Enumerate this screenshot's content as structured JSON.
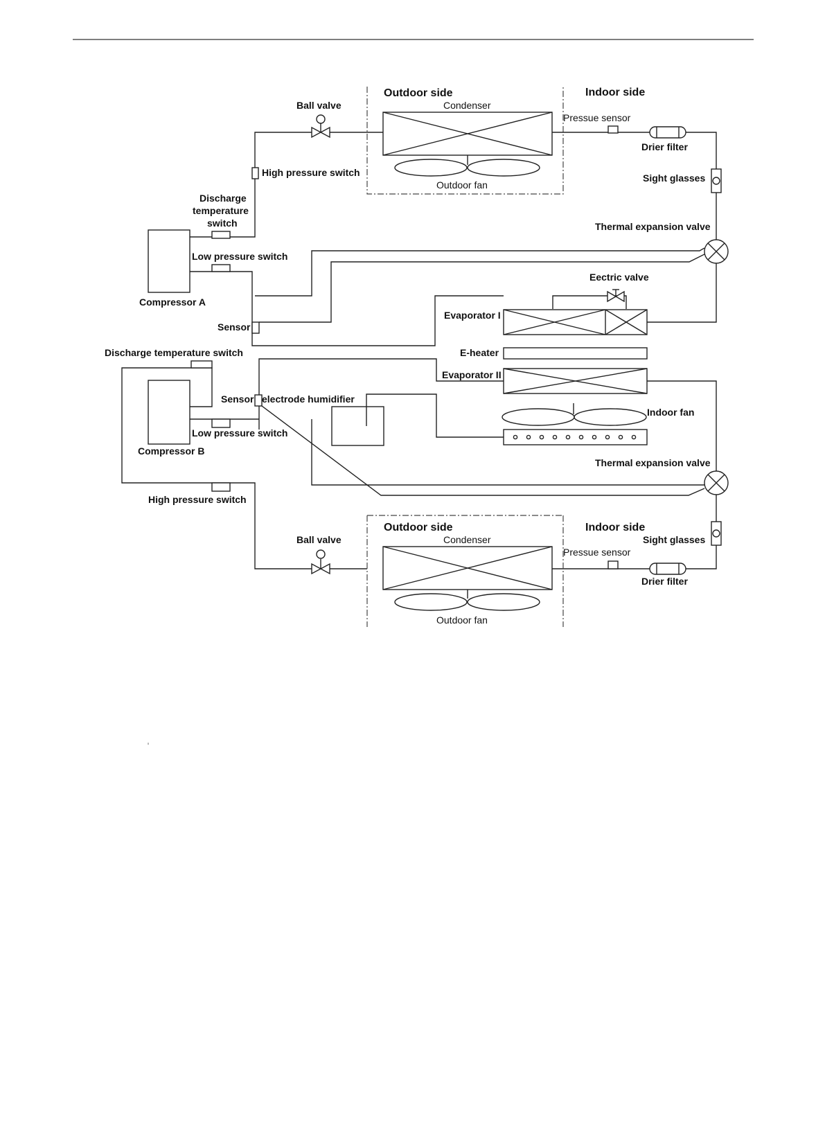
{
  "labels": {
    "outdoor_side": "Outdoor side",
    "indoor_side": "Indoor side",
    "ball_valve": "Ball valve",
    "condenser": "Condenser",
    "pressure_sensor": "Pressue sensor",
    "drier_filter": "Drier filter",
    "high_pressure_switch": "High pressure switch",
    "outdoor_fan": "Outdoor fan",
    "sight_glasses": "Sight glasses",
    "discharge_line1": "Discharge",
    "discharge_line2": "temperature",
    "discharge_line3": "switch",
    "thermal_expansion_valve": "Thermal expansion valve",
    "low_pressure_switch": "Low pressure switch",
    "electric_valve": "Eectric valve",
    "compressor_a": "Compressor A",
    "evaporator_1": "Evaporator I",
    "sensor": "Sensor",
    "discharge_temperature_switch": "Discharge temperature switch",
    "e_heater": "E-heater",
    "evaporator_2": "Evaporator II",
    "electrode_humidifier": "electrode humidifier",
    "indoor_fan": "Indoor fan",
    "low_pressure_switch_b": "Low pressure switch",
    "compressor_b": "Compressor B",
    "high_pressure_switch_b": "High pressure switch"
  }
}
